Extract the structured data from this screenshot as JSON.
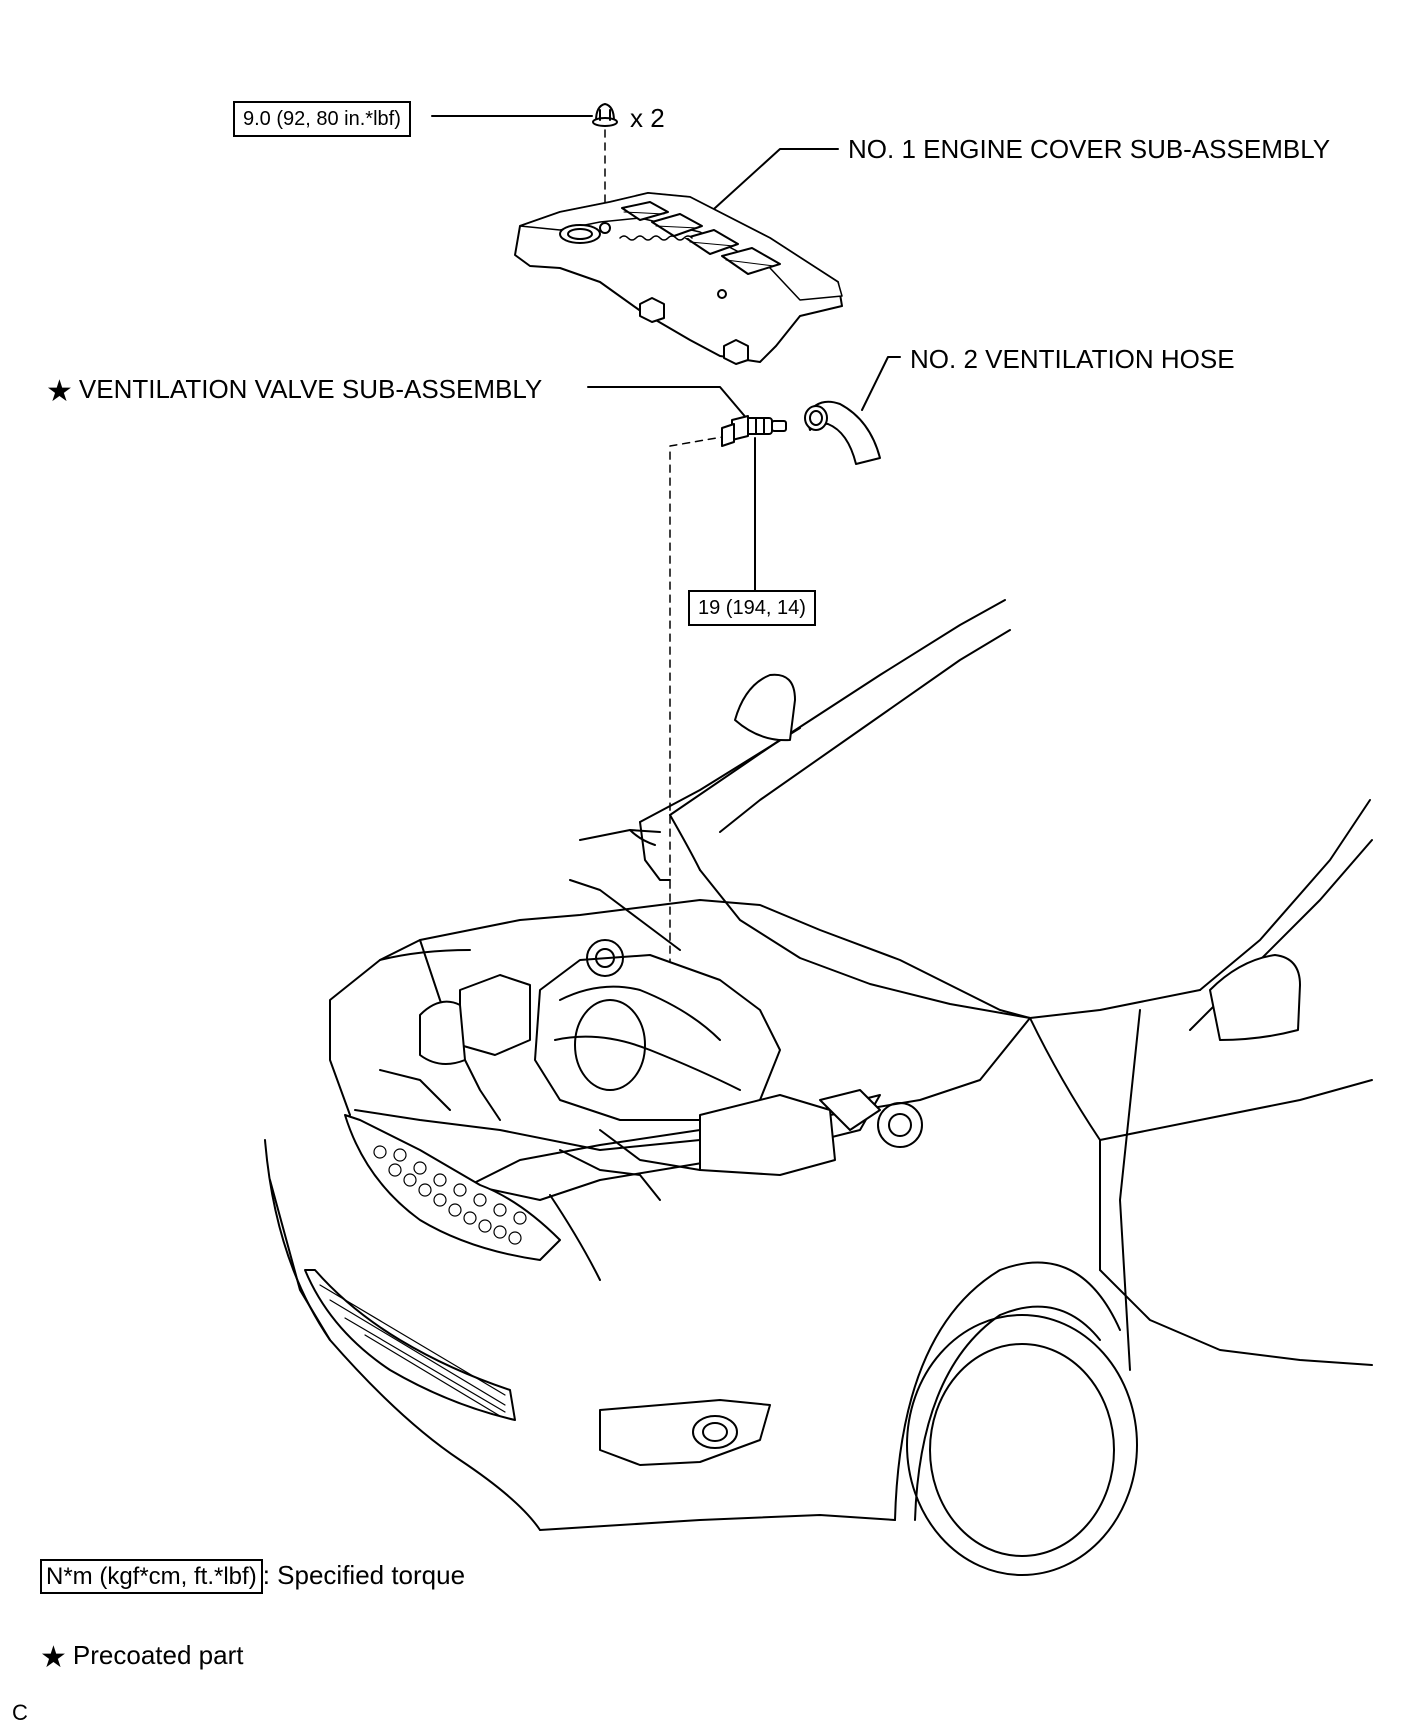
{
  "labels": {
    "torque_cover_nut": "9.0 (92, 80 in.*lbf)",
    "nut_qty": "x 2",
    "engine_cover": "NO. 1 ENGINE COVER SUB-ASSEMBLY",
    "ventilation_hose": "NO. 2 VENTILATION HOSE",
    "ventilation_valve": "VENTILATION VALVE SUB-ASSEMBLY",
    "torque_valve": "19 (194, 14)"
  },
  "legend": {
    "torque_unit": "N*m (kgf*cm, ft.*lbf)",
    "torque_desc": ": Specified torque",
    "precoated_desc": "Precoated part"
  },
  "symbols": {
    "star": "★"
  },
  "figure_id": "C"
}
